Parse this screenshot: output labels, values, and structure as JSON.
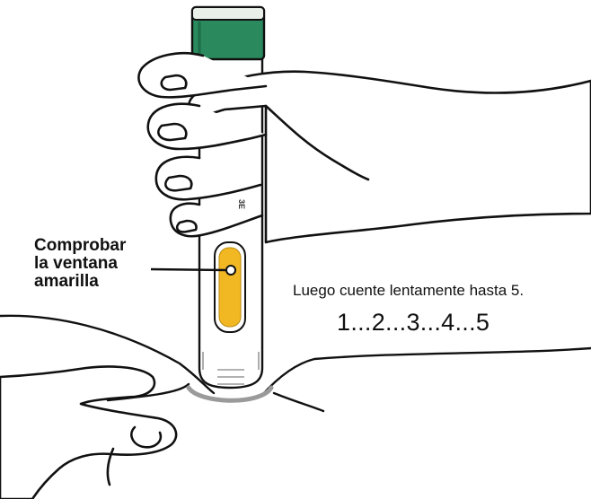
{
  "callout": {
    "lines": [
      "Comprobar",
      "la ventana",
      "amarilla"
    ]
  },
  "instruction": "Luego cuente lentamente hasta 5.",
  "counting": "1...2...3...4...5",
  "colors": {
    "cap_green": "#2a8a5e",
    "window_yellow": "#f2b824",
    "pen_body": "#ffffff",
    "outline": "#111111",
    "gray_ring": "#9a9a9a"
  },
  "icons": [
    "autoinjector-pen",
    "hand-gripping",
    "hand-pinching-skin",
    "yellow-window"
  ]
}
